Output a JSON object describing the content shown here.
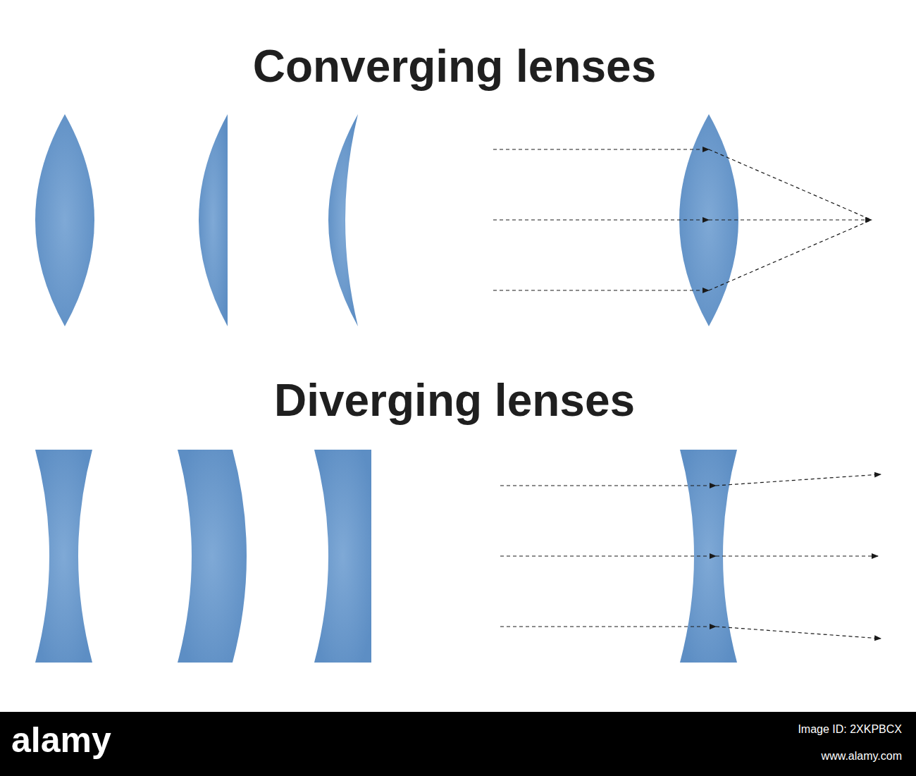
{
  "diagram": {
    "labels": [
      "Converging lenses",
      "Diverging lenses",
      "alamy",
      "Image ID: 2XKPBCX",
      "www.alamy.com"
    ]
  }
}
